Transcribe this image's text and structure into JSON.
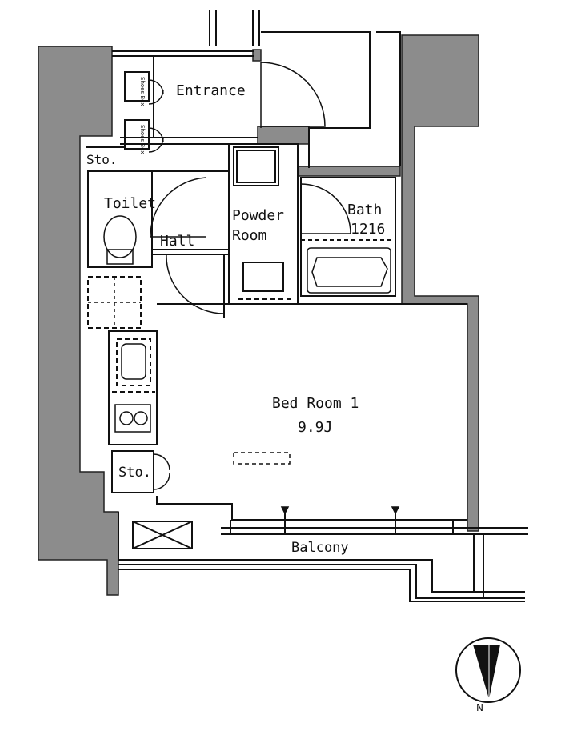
{
  "rooms": {
    "entrance": "Entrance",
    "sto_upper": "Sto.",
    "toilet": "Toilet",
    "hall": "Hall",
    "powder_room_line1": "Powder",
    "powder_room_line2": "Room",
    "bath_line1": "Bath",
    "bath_line2": "1216",
    "bedroom_name": "Bed Room 1",
    "bedroom_size": "9.9J",
    "sto_lower": "Sto.",
    "balcony": "Balcony",
    "shoes_box": "Shoes Box"
  },
  "compass": {
    "north_label": "N"
  },
  "colors": {
    "wall_fill": "#8c8c8c",
    "line": "#111111",
    "background": "#ffffff"
  }
}
